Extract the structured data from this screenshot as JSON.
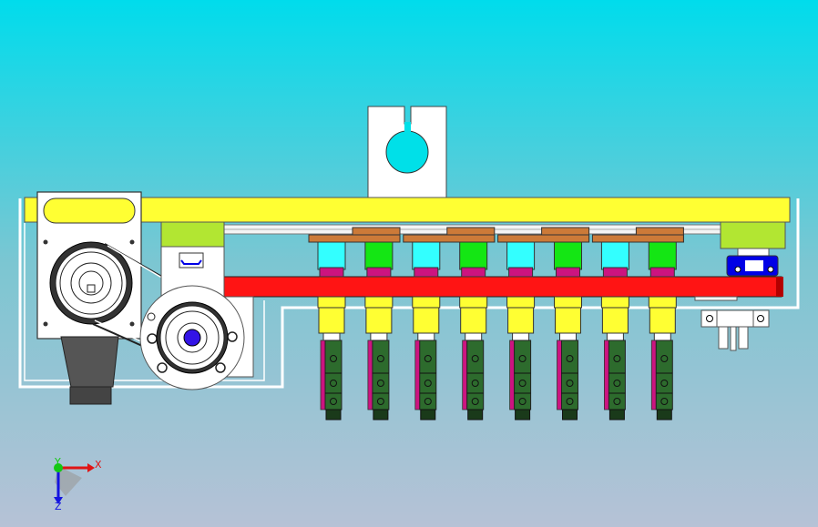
{
  "viewport": {
    "background_top": "#00dcec",
    "background_bottom": "#b6c2d6"
  },
  "model": {
    "nozzle_count": 8,
    "colors": {
      "rail": "#ffff33",
      "cross_bar": "#ff1414",
      "pad_green": "#b2e632",
      "bracket_brown": "#cc7a38",
      "collar_cyan": "#33ffff",
      "collar_green": "#14e614",
      "nozzle_yellow": "#ffff33",
      "nozzle_dark_green": "#2d6b2d",
      "nozzle_magenta": "#cc1480",
      "motor_shaft_blue": "#3314e6",
      "cylinder_blue": "#0000e6",
      "foot_gray": "#555555"
    }
  },
  "triad": {
    "x_label": "X",
    "y_label": "Y",
    "z_label": "Z",
    "x_color": "#e01414",
    "y_color": "#14c814",
    "z_color": "#1414e0"
  }
}
